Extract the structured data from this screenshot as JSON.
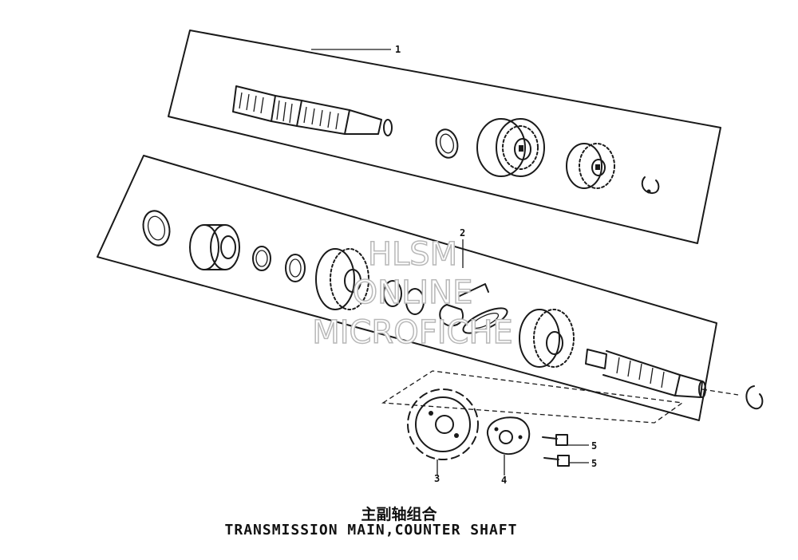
{
  "watermark": {
    "line1": "HLSM",
    "line2": "ONLINE",
    "line3": "MICROFICHE"
  },
  "callouts": [
    "1",
    "2",
    "3",
    "4",
    "5",
    "5"
  ],
  "title": {
    "cn": "主副轴组合",
    "en": "TRANSMISSION MAIN,COUNTER SHAFT"
  }
}
